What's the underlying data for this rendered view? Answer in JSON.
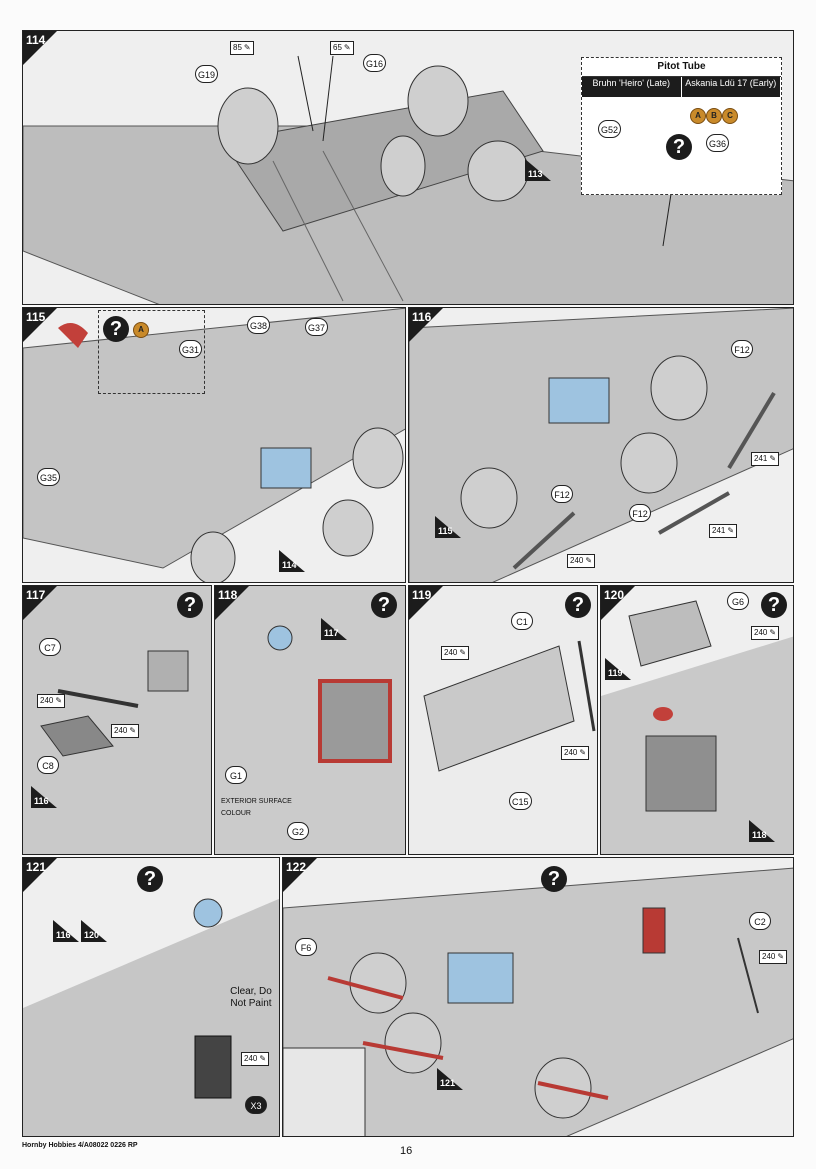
{
  "footer": {
    "publisher": "Hornby Hobbies 4/A08022 0226 RP",
    "page": "16"
  },
  "help_symbol": "?",
  "pitot": {
    "title": "Pitot Tube",
    "col_late": "Bruhn 'Heiro' (Late)",
    "col_early": "Askania Ldü 17 (Early)"
  },
  "markings": {
    "a": "A",
    "b": "B",
    "c": "C"
  },
  "steps": {
    "s114": {
      "no": "114",
      "refs": [
        "113"
      ],
      "parts": [
        "G19",
        "G16",
        "G52",
        "G36"
      ],
      "paints": [
        "85",
        "65"
      ]
    },
    "s115": {
      "no": "115",
      "refs": [
        "114"
      ],
      "parts": [
        "G31",
        "G38",
        "G37",
        "G35"
      ]
    },
    "s116": {
      "no": "116",
      "refs": [
        "115"
      ],
      "parts": [
        "F12",
        "F12",
        "F12"
      ],
      "paints": [
        "241",
        "240",
        "241"
      ]
    },
    "s117": {
      "no": "117",
      "refs": [
        "116"
      ],
      "parts": [
        "C7",
        "C8"
      ],
      "paints": [
        "240",
        "240"
      ]
    },
    "s118": {
      "no": "118",
      "refs": [
        "117"
      ],
      "parts": [
        "G1",
        "G2"
      ],
      "paint_text": "EXTERIOR SURFACE COLOUR"
    },
    "s119": {
      "no": "119",
      "parts": [
        "C1",
        "C15"
      ],
      "paints": [
        "240",
        "240"
      ]
    },
    "s120": {
      "no": "120",
      "refs": [
        "119",
        "118"
      ],
      "parts": [
        "G6"
      ],
      "paints": [
        "240"
      ]
    },
    "s121": {
      "no": "121",
      "refs": [
        "116",
        "120"
      ],
      "parts": [
        "X3"
      ],
      "paints": [
        "240"
      ],
      "note": "Clear, Do Not Paint"
    },
    "s122": {
      "no": "122",
      "refs": [
        "121"
      ],
      "parts": [
        "F6",
        "C2"
      ],
      "paints": [
        "240"
      ]
    }
  }
}
